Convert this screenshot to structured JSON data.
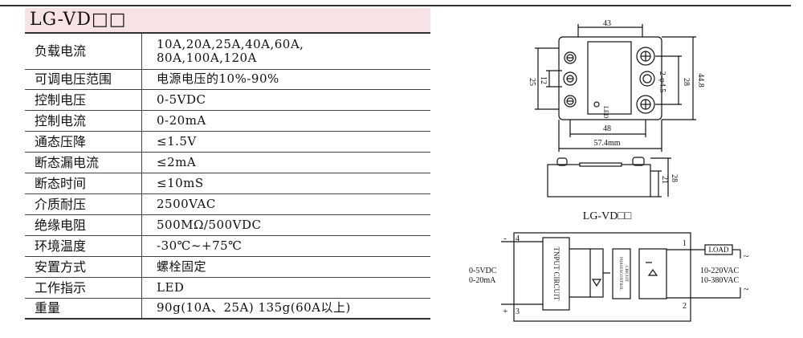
{
  "product": {
    "title": "LG-VD□□"
  },
  "specs": [
    {
      "label": "负载电流",
      "value": "10A,20A,25A,40A,60A,",
      "value2": "80A,100A,120A"
    },
    {
      "label": "可调电压范围",
      "value": "电源电压的10%-90%"
    },
    {
      "label": "控制电压",
      "value": "0-5VDC"
    },
    {
      "label": "控制电流",
      "value": "0-20mA"
    },
    {
      "label": "通态压降",
      "value": "≤1.5V"
    },
    {
      "label": "断态漏电流",
      "value": "≤2mA"
    },
    {
      "label": "断态时间",
      "value": "≤10mS"
    },
    {
      "label": "介质耐压",
      "value": "2500VAC"
    },
    {
      "label": "绝缘电阻",
      "value": "500MΩ/500VDC"
    },
    {
      "label": "环境温度",
      "value": "-30℃~+75℃"
    },
    {
      "label": "安置方式",
      "value": "螺栓固定"
    },
    {
      "label": "工作指示",
      "value": "LED"
    },
    {
      "label": "重量",
      "value": "90g(10A、25A)  135g(60A以上)"
    }
  ],
  "drawing": {
    "dim_top": "43",
    "dim_left": "25",
    "dim_inner_left": "12",
    "dim_holes": "2-φ4.5",
    "dim_right_inner": "28",
    "dim_right_outer": "44.8",
    "dim_bottom_inner": "48",
    "dim_bottom_outer": "57.4mm",
    "led_label": "LED",
    "side_h1": "21",
    "side_h2": "28"
  },
  "circuit": {
    "title": "LG-VD□□",
    "pin_minus": "-",
    "pin4": "4",
    "pin_plus": "+",
    "pin3": "3",
    "pin1": "1",
    "pin2": "2",
    "input_v": "0-5VDC",
    "input_i": "0-20mA",
    "block1": "TNPUT CIRCUIT",
    "block2_line1": "PHASESCONTROL",
    "block2_line2": "CIRCUIT",
    "load": "LOAD",
    "out_v1": "10-220VAC",
    "out_v2": "10-380VAC",
    "tilde": "~"
  }
}
